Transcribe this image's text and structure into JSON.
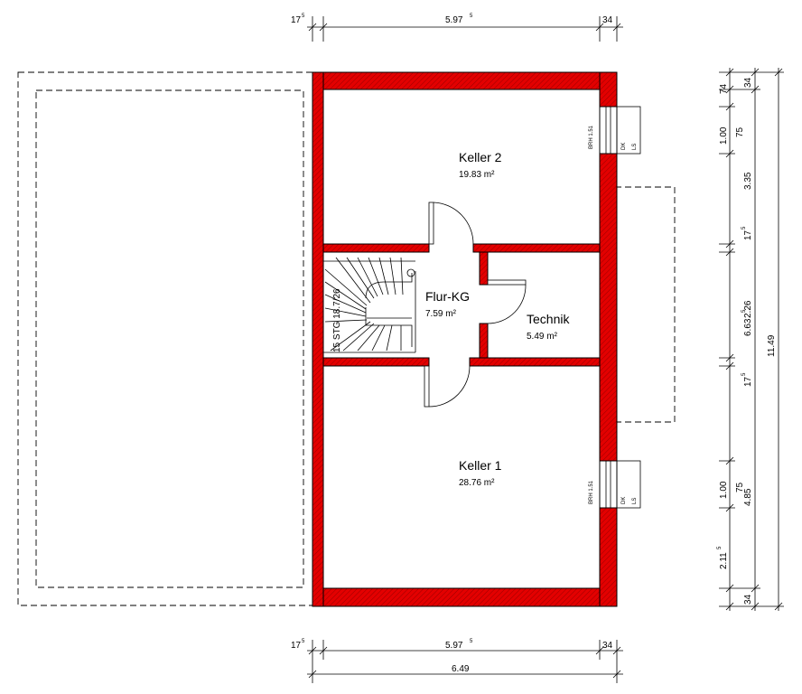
{
  "rooms": {
    "keller2": {
      "name": "Keller 2",
      "area": "19.83 m²"
    },
    "flur": {
      "name": "Flur-KG",
      "area": "7.59 m²"
    },
    "technik": {
      "name": "Technik",
      "area": "5.49 m²"
    },
    "keller1": {
      "name": "Keller 1",
      "area": "28.76 m²"
    }
  },
  "stairs": {
    "label": "15 STG 18.7/26"
  },
  "windows": {
    "upper": {
      "brh": "BRH 1.51",
      "dk": "DK",
      "ls": "LS"
    },
    "lower": {
      "brh": "BRH 1.51",
      "dk": "DK",
      "ls": "LS"
    }
  },
  "dims_top": {
    "left": "17",
    "left_sup": "5",
    "middle": "5.97",
    "middle_sup": "5",
    "right": "34"
  },
  "dims_bottom": {
    "left": "17",
    "left_sup": "5",
    "middle": "5.97",
    "middle_sup": "5",
    "right": "34",
    "total": "6.49"
  },
  "dims_right": {
    "c1": {
      "a": "74",
      "b": "1.00",
      "c": "75",
      "d": "3.35",
      "e": "17",
      "e_sup": "5",
      "f": "2.26",
      "g": "17",
      "g_sup": "5",
      "h": "1.00",
      "i": "75",
      "j": "4.85",
      "k": "2.11",
      "k_sup": "5"
    },
    "c2": {
      "a": "34",
      "b": "34",
      "mid": "6.63",
      "mid_sup": "5"
    },
    "c3": {
      "total": "11.49"
    }
  }
}
